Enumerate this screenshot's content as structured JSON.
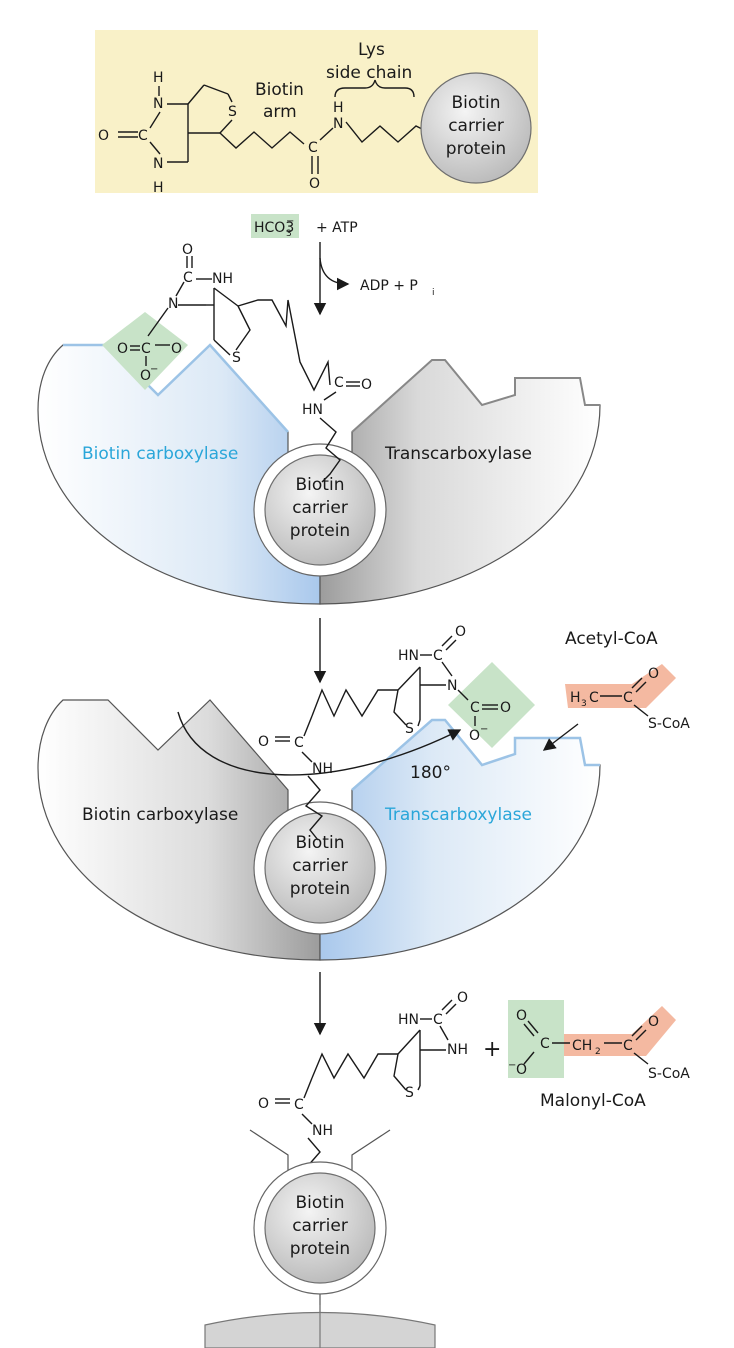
{
  "colors": {
    "header_bg": "#f9f1c8",
    "bicarbonate_green": "#c8e3c8",
    "acyl_orange": "#f4b9a1",
    "biotin_carboxylase_blue": "#2aa6d9",
    "protein_grey": "#d4d4d4"
  },
  "header": {
    "biotin_arm": [
      "Biotin",
      "arm"
    ],
    "lys_side_chain": [
      "Lys",
      "side chain"
    ],
    "carrier_protein": [
      "Biotin",
      "carrier",
      "protein"
    ]
  },
  "step1": {
    "reactant": "HCO3",
    "reactant_sub": "3",
    "reactant_sup": "−",
    "plus_atp": "+ ATP",
    "products": "ADP + P",
    "products_sub": "i"
  },
  "panel1": {
    "left_enzyme": "Biotin carboxylase",
    "right_enzyme": "Transcarboxylase",
    "carrier_protein": [
      "Biotin",
      "carrier",
      "protein"
    ]
  },
  "panel2": {
    "left_enzyme": "Biotin carboxylase",
    "right_enzyme": "Transcarboxylase",
    "rotation": "180°",
    "acetyl_coa_label": "Acetyl-CoA",
    "carrier_protein": [
      "Biotin",
      "carrier",
      "protein"
    ]
  },
  "panel3": {
    "plus": "+",
    "malonyl_coa_label": "Malonyl-CoA",
    "carrier_protein": [
      "Biotin",
      "carrier",
      "protein"
    ]
  },
  "chem": {
    "H": "H",
    "N": "N",
    "C": "C",
    "O": "O",
    "S": "S",
    "NH": "NH",
    "HN": "HN",
    "S_CoA": "S-CoA",
    "H3C": "H",
    "H3C_sub": "3",
    "CH2": "CH",
    "CH2_sub": "2",
    "O_minus": "O",
    "minus": "−"
  }
}
